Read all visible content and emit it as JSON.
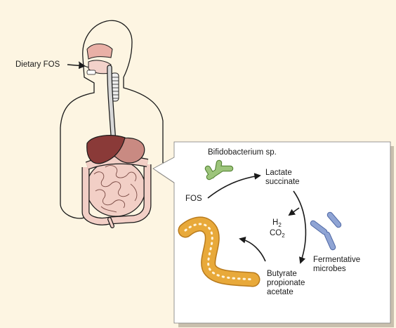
{
  "labels": {
    "dietary_fos": "Dietary FOS",
    "bifidobacterium": "Bifidobacterium sp.",
    "lactate": "Lactate",
    "succinate": "succinate",
    "fos": "FOS",
    "h2_base": "H",
    "h2_sub": "2",
    "co2_base": "CO",
    "co2_sub": "2",
    "fermentative_1": "Fermentative",
    "fermentative_2": "microbes",
    "butyrate": "Butyrate",
    "propionate": "propionate",
    "acetate": "acetate"
  },
  "colors": {
    "background": "#fdf5e2",
    "callout_fill": "#ffffff",
    "liver": "#8a3a38",
    "stomach": "#c98a82",
    "intestine": "#f2cfc6",
    "bifidobacterium": "#9cc47a",
    "fermentative_microbes": "#8fa4d4",
    "colon_tube": "#e8a93a",
    "esophagus": "#d8d8d8"
  }
}
